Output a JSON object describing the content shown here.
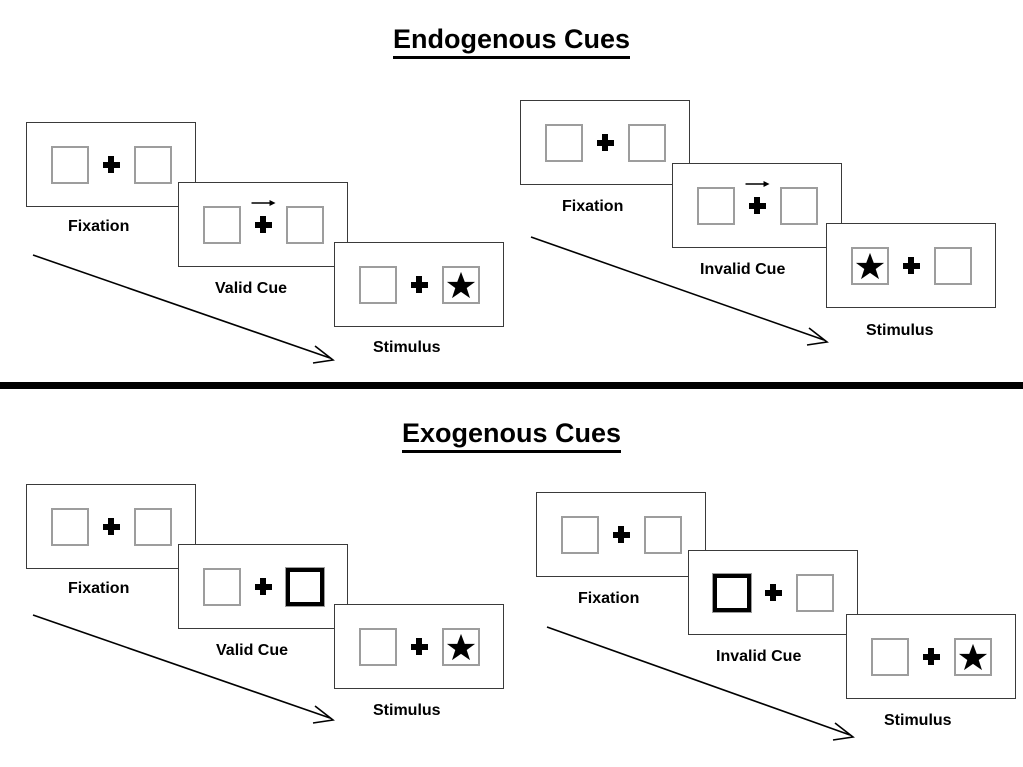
{
  "divider": {
    "name": "section-divider"
  },
  "sections": [
    {
      "id": "endogenous",
      "title": "Endogenous Cues",
      "columns": [
        {
          "id": "valid",
          "panels": [
            {
              "stage": "Fixation",
              "left_content": "empty",
              "right_content": "empty",
              "cue": "none",
              "cued_side": "none"
            },
            {
              "stage": "Valid Cue",
              "left_content": "empty",
              "right_content": "empty",
              "cue": "arrow-right",
              "cued_side": "none"
            },
            {
              "stage": "Stimulus",
              "left_content": "empty",
              "right_content": "star",
              "cue": "none",
              "cued_side": "none"
            }
          ]
        },
        {
          "id": "invalid",
          "panels": [
            {
              "stage": "Fixation",
              "left_content": "empty",
              "right_content": "empty",
              "cue": "none",
              "cued_side": "none"
            },
            {
              "stage": "Invalid Cue",
              "left_content": "empty",
              "right_content": "empty",
              "cue": "arrow-right",
              "cued_side": "none"
            },
            {
              "stage": "Stimulus",
              "left_content": "star",
              "right_content": "empty",
              "cue": "none",
              "cued_side": "none"
            }
          ]
        }
      ]
    },
    {
      "id": "exogenous",
      "title": "Exogenous Cues",
      "columns": [
        {
          "id": "valid",
          "panels": [
            {
              "stage": "Fixation",
              "left_content": "empty",
              "right_content": "empty",
              "cue": "none",
              "cued_side": "none"
            },
            {
              "stage": "Valid Cue",
              "left_content": "empty",
              "right_content": "empty",
              "cue": "box-highlight",
              "cued_side": "right"
            },
            {
              "stage": "Stimulus",
              "left_content": "empty",
              "right_content": "star",
              "cue": "none",
              "cued_side": "none"
            }
          ]
        },
        {
          "id": "invalid",
          "panels": [
            {
              "stage": "Fixation",
              "left_content": "empty",
              "right_content": "empty",
              "cue": "none",
              "cued_side": "none"
            },
            {
              "stage": "Invalid Cue",
              "left_content": "empty",
              "right_content": "empty",
              "cue": "box-highlight",
              "cued_side": "left"
            },
            {
              "stage": "Stimulus",
              "left_content": "empty",
              "right_content": "star",
              "cue": "none",
              "cued_side": "none"
            }
          ]
        }
      ]
    }
  ],
  "icons": {
    "fixation_cross": "plus-icon",
    "star": "star-icon",
    "cue_arrow": "arrow-right-icon",
    "flow_arrow": "time-flow-arrow-icon"
  },
  "colors": {
    "ink": "#000000",
    "frame_border": "#3a3a3a",
    "box_border": "#9d9d9d",
    "cued_box_border": "#000000",
    "background": "#ffffff"
  }
}
